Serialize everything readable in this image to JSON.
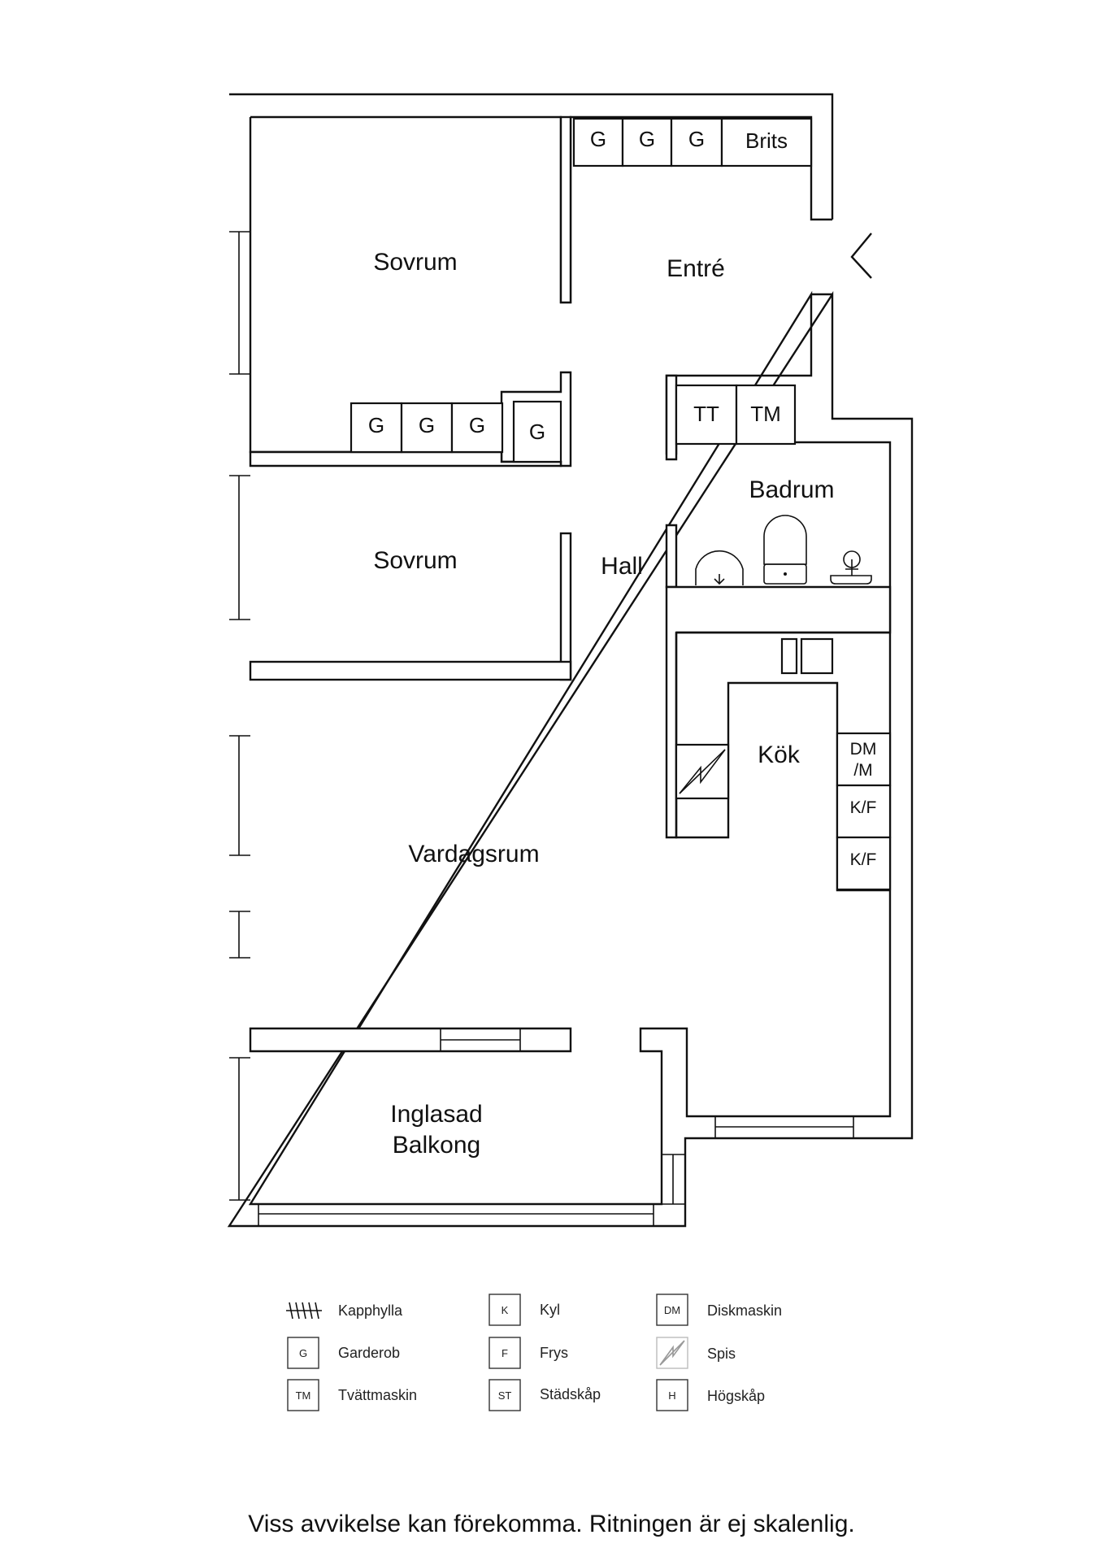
{
  "rooms": {
    "sovrum_top": "Sovrum",
    "entre": "Entré",
    "sovrum_mid": "Sovrum",
    "hall": "Hall",
    "badrum": "Badrum",
    "kok": "Kök",
    "vardagsrum": "Vardagsrum",
    "balkong_line1": "Inglasad",
    "balkong_line2": "Balkong"
  },
  "units": {
    "g": "G",
    "brits": "Brits",
    "tt": "TT",
    "tm": "TM",
    "dm_line1": "DM",
    "dm_line2": "/M",
    "kf": "K/F"
  },
  "legend": [
    {
      "code": "",
      "label": "Kapphylla",
      "icon": "coat-rack-icon"
    },
    {
      "code": "K",
      "label": "Kyl",
      "icon": ""
    },
    {
      "code": "DM",
      "label": "Diskmaskin",
      "icon": ""
    },
    {
      "code": "G",
      "label": "Garderob",
      "icon": ""
    },
    {
      "code": "F",
      "label": "Frys",
      "icon": ""
    },
    {
      "code": "",
      "label": "Spis",
      "icon": "stove-icon"
    },
    {
      "code": "TM",
      "label": "Tvättmaskin",
      "icon": ""
    },
    {
      "code": "ST",
      "label": "Städskåp",
      "icon": ""
    },
    {
      "code": "H",
      "label": "Högskåp",
      "icon": ""
    }
  ],
  "footer": "Viss avvikelse kan förekomma. Ritningen är ej skalenlig."
}
